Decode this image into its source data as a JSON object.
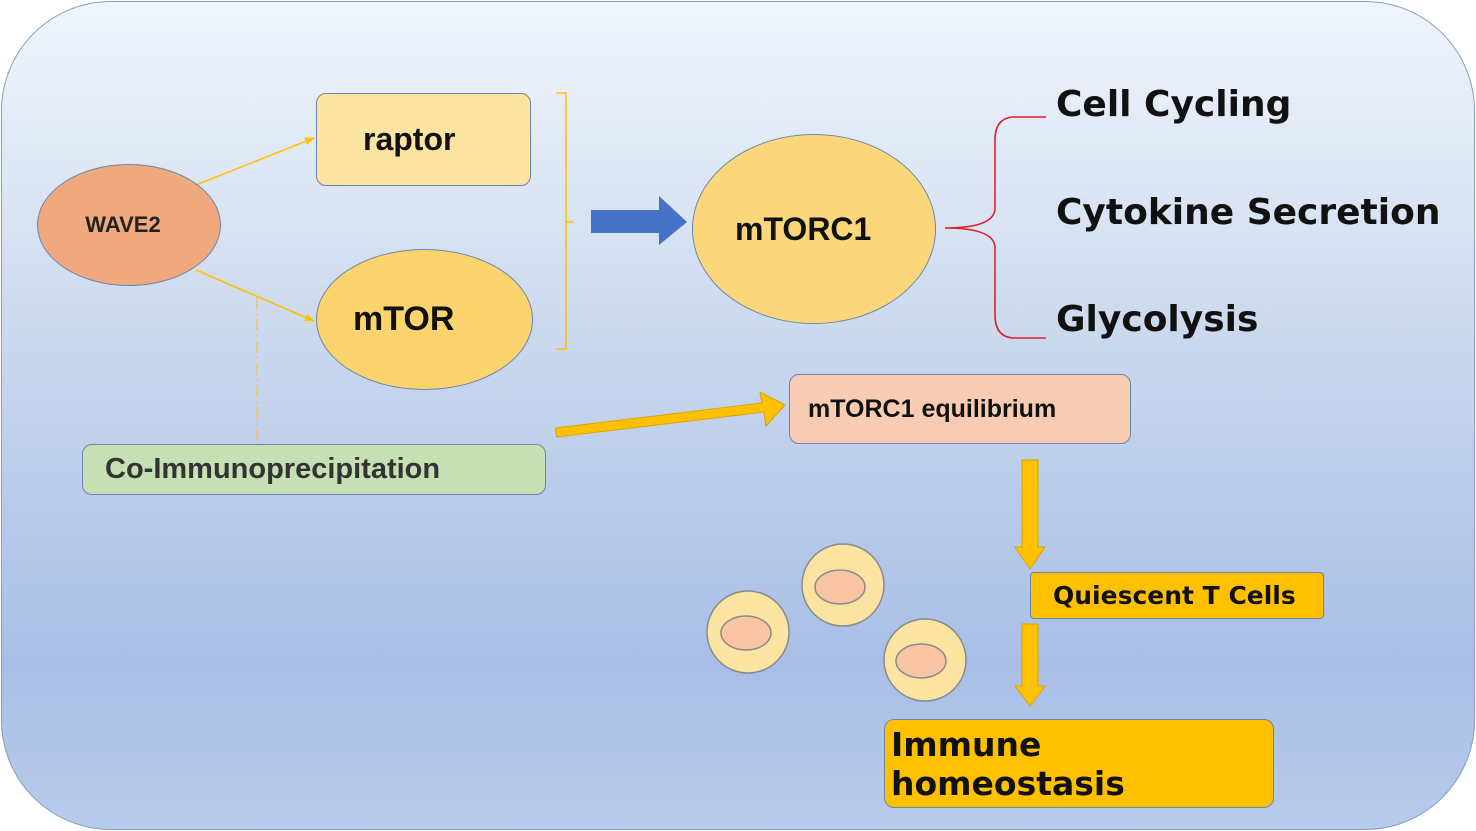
{
  "nodes": {
    "wave2": "WAVE2",
    "raptor": "raptor",
    "mtor": "mTOR",
    "mtorc1": "mTORC1",
    "mtorc1_equilibrium": "mTORC1 equilibrium",
    "co_immunoprecipitation": "Co-Immunoprecipitation",
    "quiescent_t_cells": "Quiescent T Cells",
    "immune_homeostasis": "Immune homeostasis"
  },
  "outcomes": [
    "Cell Cycling",
    "Cytokine Secretion",
    "Glycolysis"
  ],
  "colors": {
    "wave2": "#f0a97f",
    "raptor": "#fbe3a1",
    "mtor": "#fbd46d",
    "mtorc1": "#fbd67a",
    "equilibrium": "#f8ccb2",
    "co_immunoprecipitation": "#c6e0b4",
    "gold": "#ffc000",
    "blue_arrow": "#4472c4",
    "red_bracket": "#e0202a"
  }
}
